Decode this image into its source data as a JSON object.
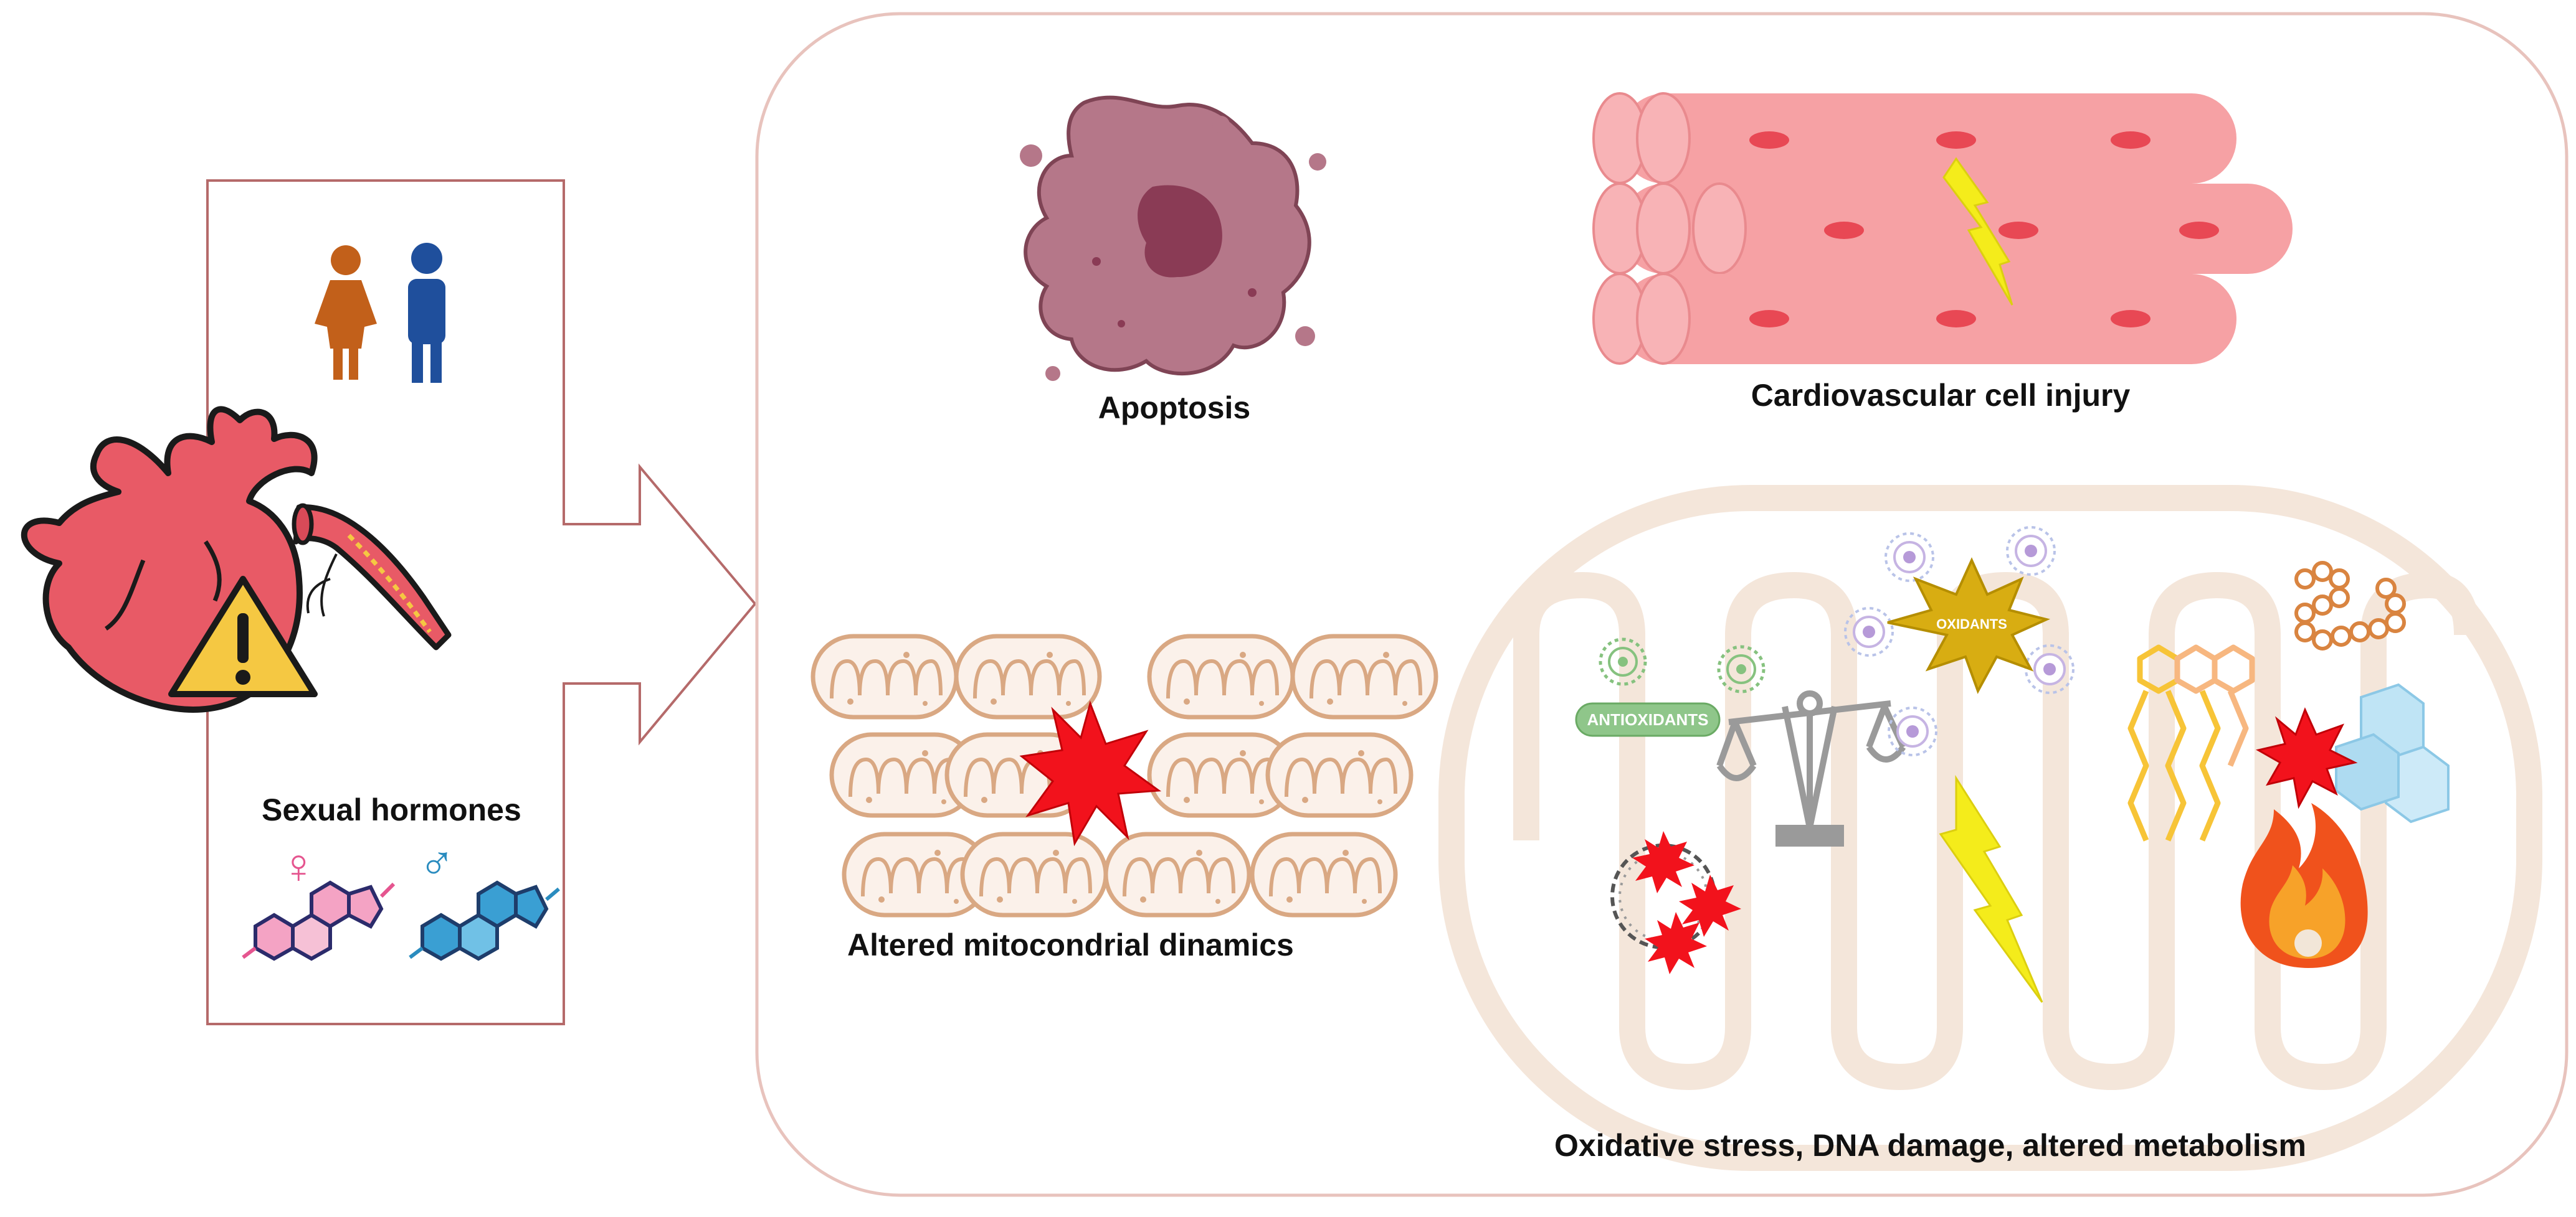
{
  "labels": {
    "apoptosis": "Apoptosis",
    "cell_injury": "Cardiovascular cell injury",
    "mito_dynamics": "Altered mitocondrial dinamics",
    "oxidative": "Oxidative stress, DNA damage, altered metabolism",
    "sexual_hormones": "Sexual hormones",
    "antioxidants": "ANTIOXIDANTS",
    "oxidants": "OXIDANTS"
  },
  "symbols": {
    "female": "♀",
    "male": "♂",
    "warning": "!"
  },
  "colors": {
    "panel_border": "#e8c3bd",
    "arrow_border": "#b56a6a",
    "heart": "#e85a66",
    "muscle": "#f6a1a4",
    "mito": "#d9a883",
    "warning_fill": "#f5c842",
    "lightning": "#f4ec1b",
    "burst": "#f2121c",
    "female_figure": "#c2601a",
    "male_figure": "#1f4f9c"
  }
}
